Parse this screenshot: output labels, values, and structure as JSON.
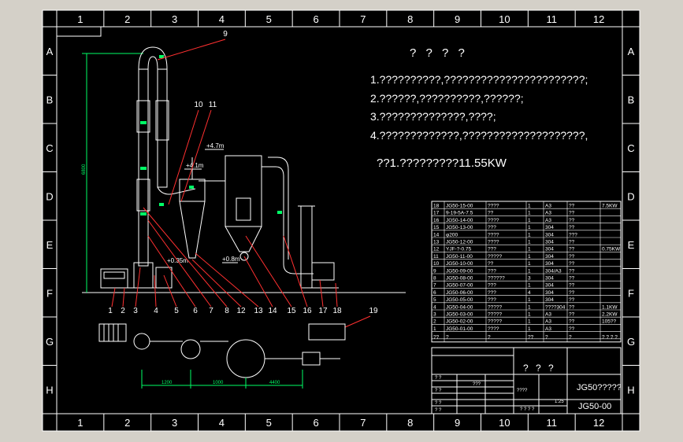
{
  "colors": {
    "paper_bg": "#d4d0c8",
    "sheet_bg": "#000000",
    "line": "#ffffff",
    "accent_red": "#ff3030",
    "accent_green": "#00ff66"
  },
  "border": {
    "cols": [
      "1",
      "2",
      "3",
      "4",
      "5",
      "6",
      "7",
      "8",
      "9",
      "10",
      "11",
      "12"
    ],
    "rows": [
      "A",
      "B",
      "C",
      "D",
      "E",
      "F",
      "G",
      "H"
    ]
  },
  "notes": {
    "heading": "? ? ? ?",
    "lines": [
      "1.??????????,???????????????????????;",
      "2.??????,??????????,??????;",
      "3.??????????????,????;",
      "4.?????????????,????????????????????,"
    ],
    "power": "??1.?????????11.55KW"
  },
  "elevations": [
    "+4.7m",
    "+4.1m",
    "+0.8m",
    "+0.35m"
  ],
  "callouts": [
    "1",
    "2",
    "3",
    "4",
    "5",
    "6",
    "7",
    "8",
    "9",
    "10",
    "11",
    "12",
    "13",
    "14",
    "15",
    "16",
    "17",
    "18",
    "19"
  ],
  "plan_dims": [
    "1200",
    "1000",
    "4400"
  ],
  "side_dim": "6800",
  "bom": [
    {
      "no": "18",
      "code": "JG50-15-00",
      "name": "????",
      "qty": "1",
      "mat": "A3",
      "c6": "??",
      "rem": "7.5KW"
    },
    {
      "no": "17",
      "code": "9-19-5A-7.5",
      "name": "??",
      "qty": "1",
      "mat": "A3",
      "c6": "??",
      "rem": ""
    },
    {
      "no": "16",
      "code": "JG50-14-00",
      "name": "????",
      "qty": "1",
      "mat": "A3",
      "c6": "??",
      "rem": ""
    },
    {
      "no": "15",
      "code": "JG50-13-00",
      "name": "???",
      "qty": "1",
      "mat": "304",
      "c6": "??",
      "rem": ""
    },
    {
      "no": "14",
      "code": "φ200",
      "name": "????",
      "qty": "1",
      "mat": "304",
      "c6": "???",
      "rem": ""
    },
    {
      "no": "13",
      "code": "JG50-12-00",
      "name": "????",
      "qty": "1",
      "mat": "304",
      "c6": "??",
      "rem": ""
    },
    {
      "no": "12",
      "code": "YJF-?-0.75",
      "name": "???",
      "qty": "1",
      "mat": "304",
      "c6": "??",
      "rem": "0.75KW"
    },
    {
      "no": "11",
      "code": "JG50-11-00",
      "name": "?????",
      "qty": "1",
      "mat": "304",
      "c6": "??",
      "rem": ""
    },
    {
      "no": "10",
      "code": "JG50-10-00",
      "name": "??",
      "qty": "1",
      "mat": "304",
      "c6": "??",
      "rem": ""
    },
    {
      "no": "9",
      "code": "JG50-09-00",
      "name": "???",
      "qty": "1",
      "mat": "304/A3",
      "c6": "??",
      "rem": ""
    },
    {
      "no": "8",
      "code": "JG50-08-00",
      "name": "??????",
      "qty": "3",
      "mat": "304",
      "c6": "??",
      "rem": ""
    },
    {
      "no": "7",
      "code": "JG50-07-00",
      "name": "???",
      "qty": "1",
      "mat": "304",
      "c6": "??",
      "rem": ""
    },
    {
      "no": "6",
      "code": "JG50-06-00",
      "name": "???",
      "qty": "4",
      "mat": "304",
      "c6": "??",
      "rem": ""
    },
    {
      "no": "5",
      "code": "JG50-05-00",
      "name": "???",
      "qty": "1",
      "mat": "304",
      "c6": "??",
      "rem": ""
    },
    {
      "no": "4",
      "code": "JG50-04-00",
      "name": "?????",
      "qty": "1",
      "mat": "????304",
      "c6": "??",
      "rem": "1.1KW"
    },
    {
      "no": "3",
      "code": "JG50-03-00",
      "name": "?????",
      "qty": "1",
      "mat": "A3",
      "c6": "??",
      "rem": "2.2KW"
    },
    {
      "no": "2",
      "code": "JG50-02-00",
      "name": "?????",
      "qty": "1",
      "mat": "A3",
      "c6": "??",
      "rem": "105??"
    },
    {
      "no": "1",
      "code": "JG50-01-00",
      "name": "????",
      "qty": "1",
      "mat": "A3",
      "c6": "??",
      "rem": ""
    }
  ],
  "bom_header": {
    "no": "??",
    "code": "?",
    "name": "?",
    "qty": "??",
    "mat": "?",
    "c6": "?",
    "rem": "? ? ? ?"
  },
  "title_block": {
    "drawing_title": "? ? ?",
    "product_name": "JG50?????",
    "drawing_no": "JG50-00",
    "scale_label": "????",
    "scale_value": "1:25",
    "sheet_info": "? ? ? ?",
    "small_rows": [
      "? ?",
      "? ?",
      "? ?",
      "? ?"
    ],
    "small_mid": "???"
  }
}
